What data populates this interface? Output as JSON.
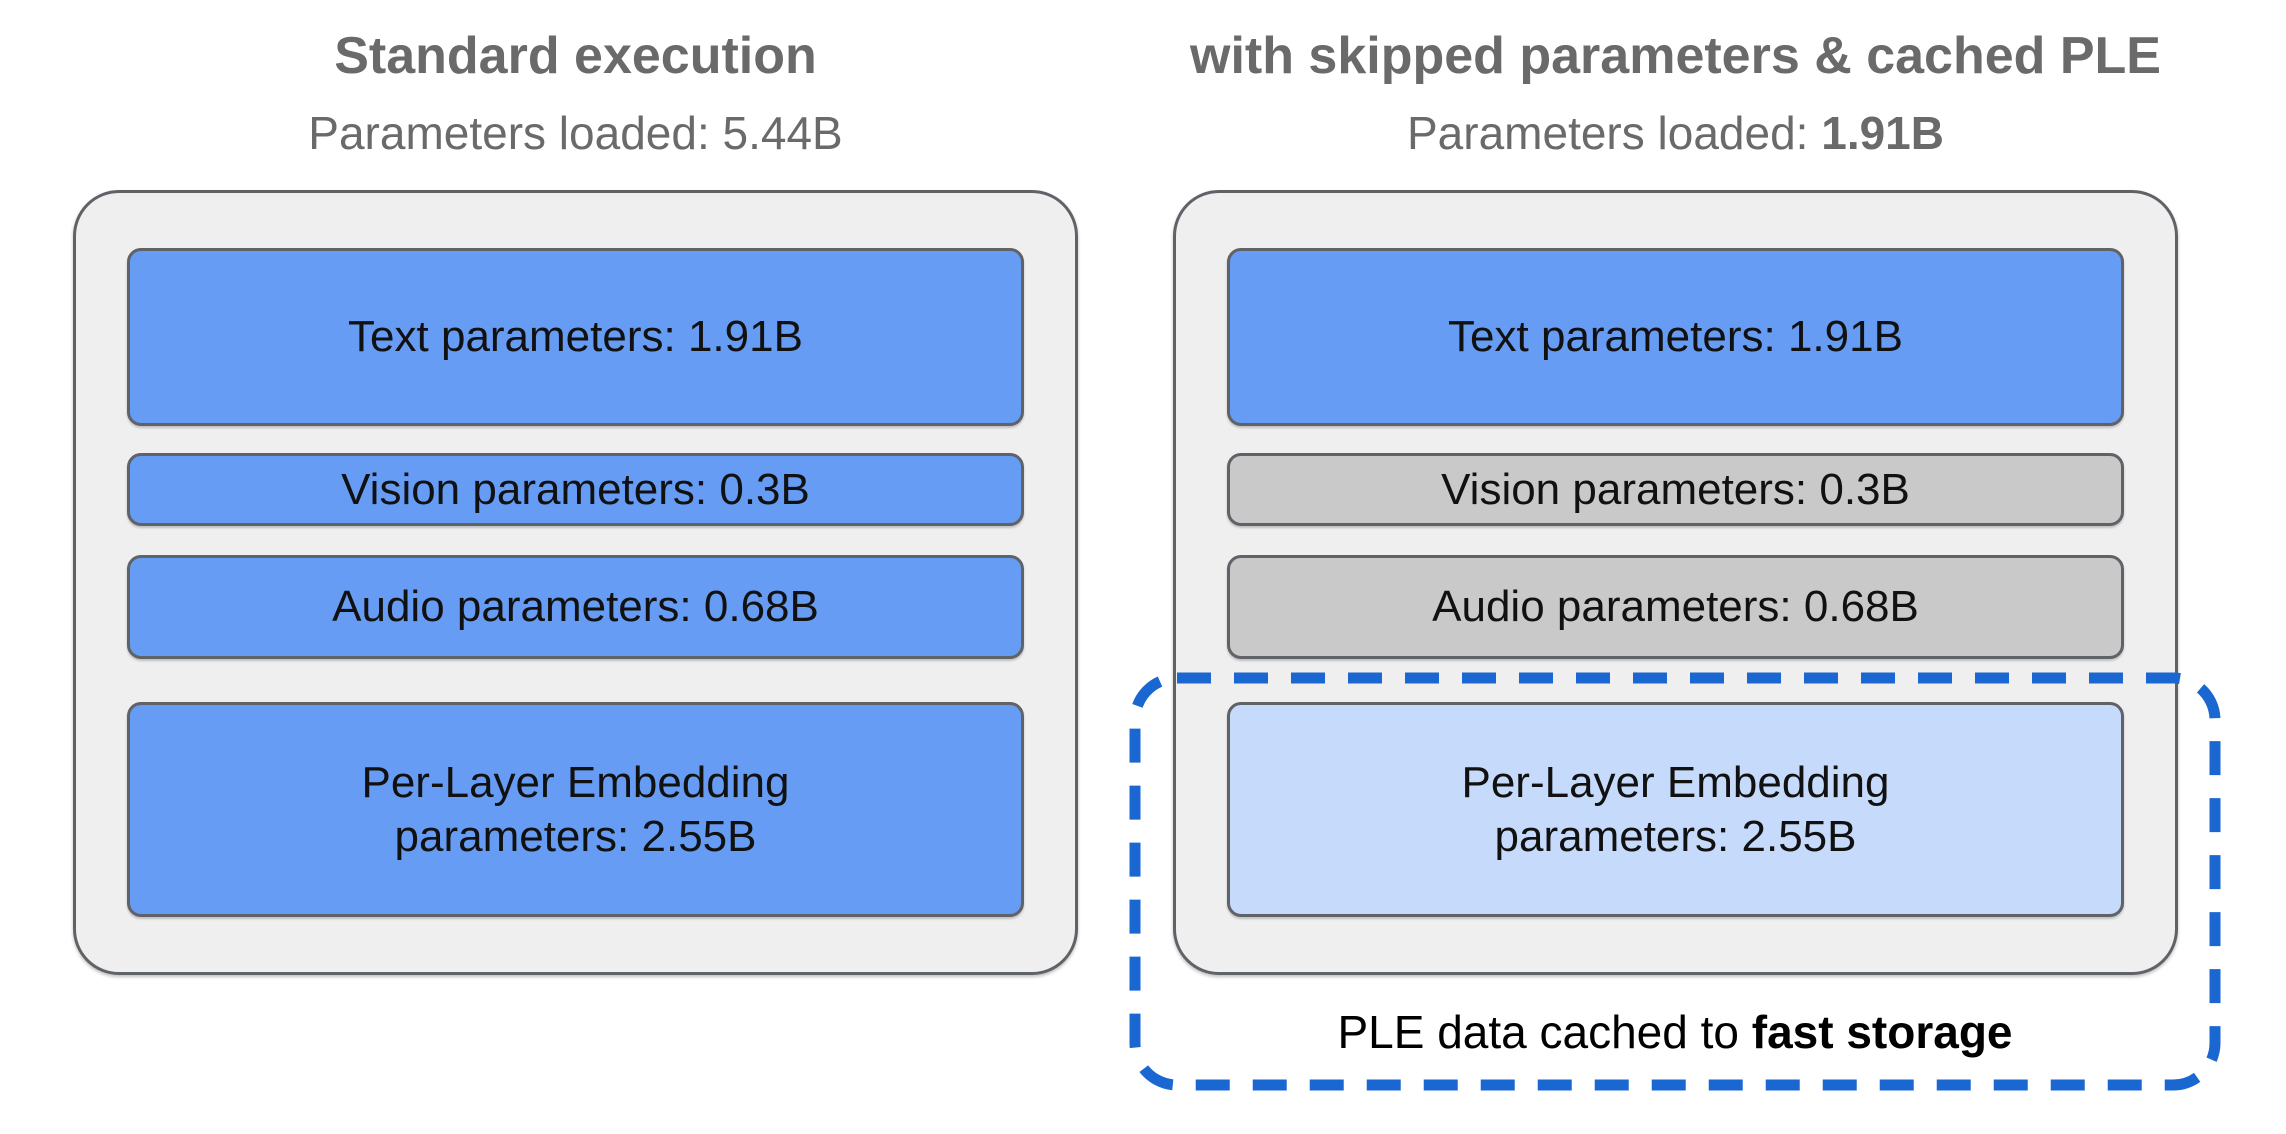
{
  "diagram": {
    "left": {
      "title": "Standard execution",
      "subtitle": "Parameters loaded: 5.44B",
      "blocks": [
        {
          "label": "Text parameters: 1.91B",
          "color": "blue"
        },
        {
          "label": "Vision parameters: 0.3B",
          "color": "blue"
        },
        {
          "label": "Audio parameters: 0.68B",
          "color": "blue"
        },
        {
          "label": "Per-Layer Embedding parameters: 2.55B",
          "color": "blue"
        }
      ]
    },
    "right": {
      "title": "with skipped parameters & cached PLE",
      "subtitle_prefix": "Parameters loaded: ",
      "subtitle_value_bold": "1.91B",
      "blocks": [
        {
          "label": "Text parameters: 1.91B",
          "color": "blue"
        },
        {
          "label": "Vision parameters: 0.3B",
          "color": "gray"
        },
        {
          "label": "Audio parameters: 0.68B",
          "color": "gray"
        },
        {
          "label": "Per-Layer Embedding parameters: 2.55B",
          "color": "lightblue"
        }
      ],
      "caption_prefix": "PLE data cached to ",
      "caption_bold": "fast storage"
    },
    "colors": {
      "block_blue": "#669cf4",
      "block_gray": "#c9c9c9",
      "block_lightblue": "#c6dafc",
      "container_bg": "#efefef",
      "border_gray": "#5f6368",
      "dashed_blue": "#1b67d2",
      "heading_gray": "#6a6a6a"
    }
  }
}
